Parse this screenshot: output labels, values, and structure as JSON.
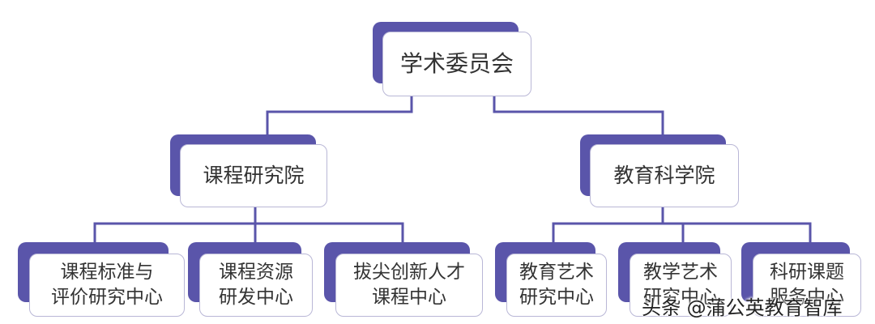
{
  "colors": {
    "accent": "#5a55aa",
    "box_border": "#b9b7d6",
    "text": "#333333"
  },
  "root": {
    "label": "学术委员会"
  },
  "branches": [
    {
      "label": "课程研究院",
      "children": [
        {
          "label": "课程标准与\n评价研究中心"
        },
        {
          "label": "课程资源\n研发中心"
        },
        {
          "label": "拔尖创新人才\n课程中心"
        }
      ]
    },
    {
      "label": "教育科学院",
      "children": [
        {
          "label": "教育艺术\n研究中心"
        },
        {
          "label": "教学艺术\n研究中心"
        },
        {
          "label": "科研课题\n服务中心"
        }
      ]
    }
  ],
  "watermark": {
    "text": "头条 @蒲公英教育智库"
  }
}
